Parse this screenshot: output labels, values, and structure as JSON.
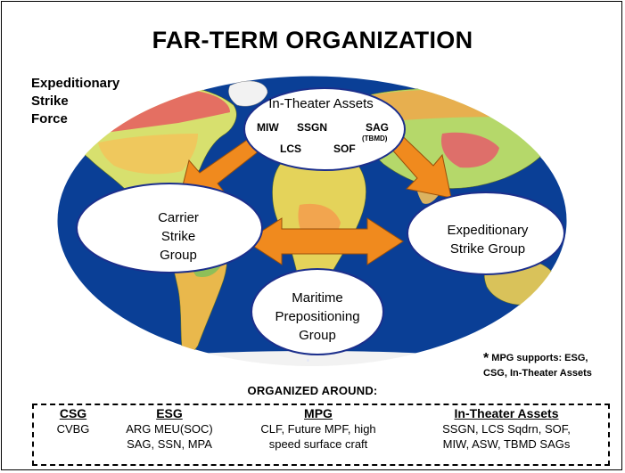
{
  "title": "FAR-TERM ORGANIZATION",
  "expeditionary_strike_force": [
    "Expeditionary",
    "Strike",
    "Force"
  ],
  "in_theater": {
    "title": "In-Theater Assets",
    "items": [
      "MIW",
      "SSGN",
      "SAG",
      "LCS",
      "SOF"
    ],
    "sag_sub": "(TBMD)"
  },
  "csg_bubble": [
    "Carrier",
    "Strike",
    "Group"
  ],
  "esg_bubble": [
    "Expeditionary",
    "Strike Group"
  ],
  "mpg_bubble": [
    "Maritime",
    "Prepositioning",
    "Group"
  ],
  "note": {
    "star": "*",
    "line1": "MPG supports: ESG,",
    "line2": "CSG, In-Theater Assets"
  },
  "organized_around": "ORGANIZED AROUND:",
  "columns": [
    {
      "head": "CSG",
      "lines": [
        "CVBG"
      ]
    },
    {
      "head": "ESG",
      "lines": [
        "ARG MEU(SOC)",
        "SAG, SSN, MPA"
      ]
    },
    {
      "head": "MPG",
      "lines": [
        "CLF, Future MPF, high",
        "speed surface craft"
      ]
    },
    {
      "head": "In-Theater Assets",
      "lines": [
        "SSGN, LCS Sqdrn, SOF,",
        "MIW, ASW, TBMD SAGs"
      ]
    }
  ],
  "colors": {
    "ocean": "#0a3f96",
    "arrow": "#f08a1e",
    "bubble_stroke": "#1c2f8c"
  }
}
